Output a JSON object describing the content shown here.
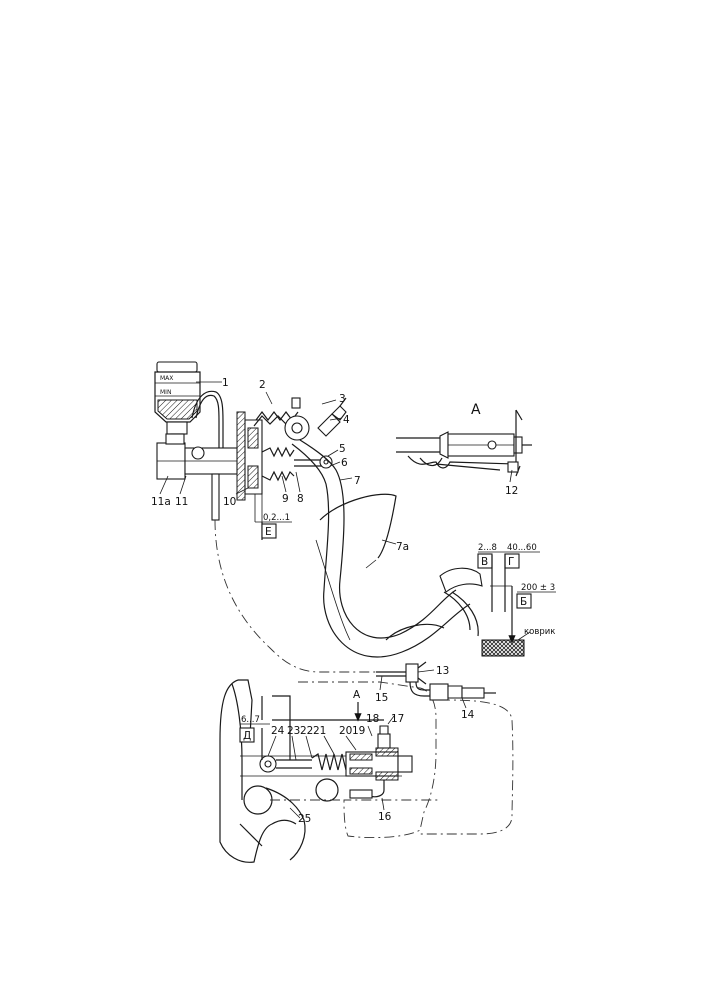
{
  "reservoir": {
    "max": "MAX",
    "min": "MIN"
  },
  "view": {
    "title": "А",
    "inset": "А"
  },
  "dims": {
    "e": {
      "value": "0,2...1",
      "box": "Е"
    },
    "v": {
      "value": "2...8",
      "box": "В"
    },
    "g": {
      "value": "40...60",
      "box": "Г"
    },
    "b": {
      "value": "200 ± 3",
      "box": "Б"
    },
    "d": {
      "value": "6...7",
      "box": "Д"
    }
  },
  "mat": "коврик",
  "callouts": [
    "1",
    "2",
    "3",
    "4",
    "5",
    "6",
    "7",
    "7а",
    "8",
    "9",
    "10",
    "11",
    "11а",
    "12",
    "13",
    "14",
    "15",
    "16",
    "17",
    "18",
    "19",
    "20",
    "21",
    "22",
    "23",
    "24",
    "25"
  ]
}
